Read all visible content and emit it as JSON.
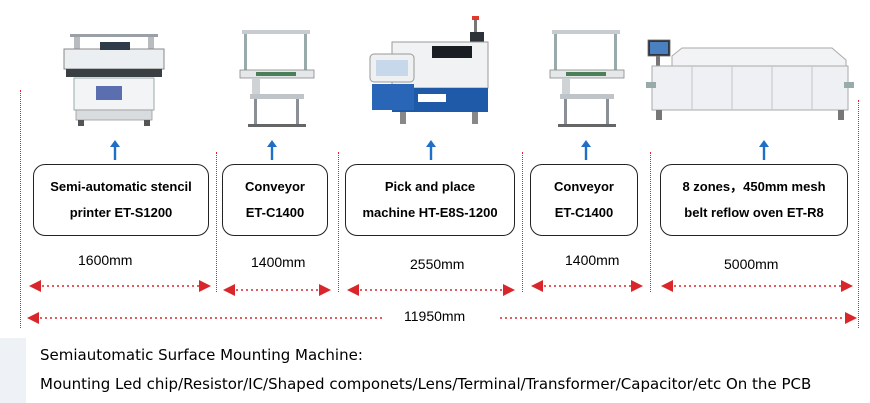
{
  "stages": [
    {
      "line1": "Semi-automatic stencil",
      "line2": "printer ET-S1200",
      "length": "1600mm",
      "machine_icon": "stencil-printer"
    },
    {
      "line1": "Conveyor",
      "line2": "ET-C1400",
      "length": "1400mm",
      "machine_icon": "conveyor"
    },
    {
      "line1": "Pick and place",
      "line2": "machine HT-E8S-1200",
      "length": "2550mm",
      "machine_icon": "pick-and-place-machine"
    },
    {
      "line1": "Conveyor",
      "line2": "ET-C1400",
      "length": "1400mm",
      "machine_icon": "conveyor"
    },
    {
      "line1": "8 zones，450mm mesh",
      "line2": "belt reflow oven ET-R8",
      "length": "5000mm",
      "machine_icon": "reflow-oven"
    }
  ],
  "total_length": "11950mm",
  "caption": {
    "line1": "Semiautomatic Surface Mounting Machine:",
    "line2": "Mounting Led chip/Resistor/IC/Shaped componets/Lens/Terminal/Transformer/Capacitor/etc On the PCB"
  },
  "colors": {
    "dimension_red": "#d9262b",
    "arrow_blue": "#1f6fc9"
  }
}
